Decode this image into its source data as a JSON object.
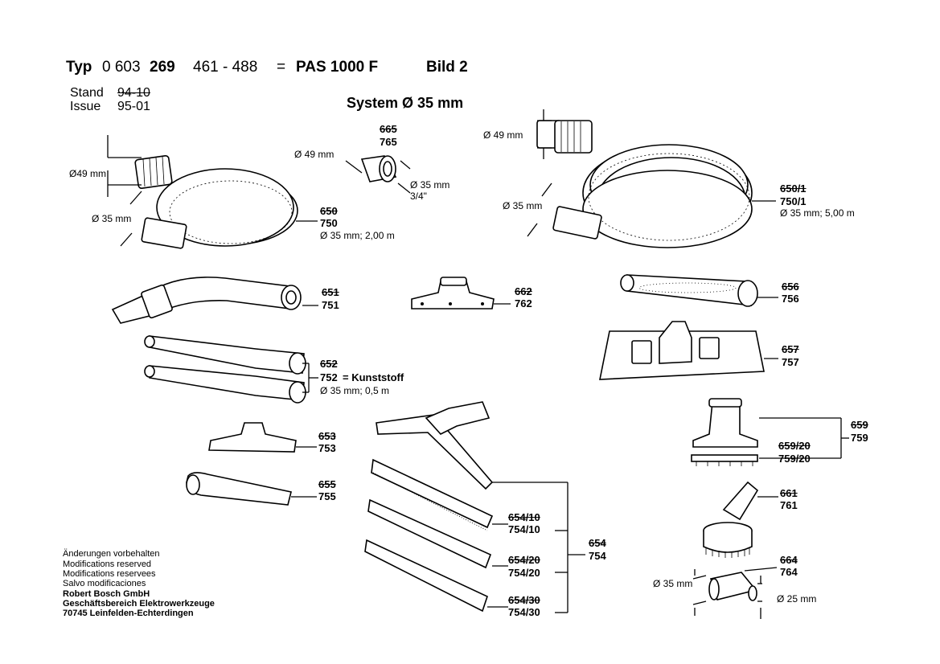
{
  "header": {
    "typ_label": "Typ",
    "typ_prefix": "0 603",
    "typ_bold": "269",
    "typ_range": "461 - 488",
    "equals": "=",
    "model": "PAS 1000 F",
    "bild": "Bild 2"
  },
  "stand": {
    "label": "Stand",
    "old_value": "94-10"
  },
  "issue": {
    "label": "Issue",
    "value": "95-01"
  },
  "system_title": "System Ø 35 mm",
  "parts": {
    "p750": {
      "old": "650",
      "new": "750",
      "spec": "Ø 35 mm; 2,00 m",
      "dim_a": "Ø49 mm",
      "dim_b": "Ø 35 mm"
    },
    "p765": {
      "old": "665",
      "new": "765",
      "dim_a": "Ø 49 mm",
      "dim_b": "Ø 35 mm",
      "dim_c": "3/4\""
    },
    "p750_1": {
      "old": "650/1",
      "new": "750/1",
      "spec": "Ø 35 mm; 5,00 m",
      "dim_a": "Ø 49 mm",
      "dim_b": "Ø 35 mm"
    },
    "p751": {
      "old": "651",
      "new": "751"
    },
    "p762": {
      "old": "662",
      "new": "762"
    },
    "p756": {
      "old": "656",
      "new": "756"
    },
    "p757": {
      "old": "657",
      "new": "757"
    },
    "p752": {
      "old": "652",
      "new": "752",
      "material": "= Kunststoff",
      "spec": "Ø 35 mm; 0,5 m"
    },
    "p753": {
      "old": "653",
      "new": "753"
    },
    "p755": {
      "old": "655",
      "new": "755"
    },
    "p759": {
      "old": "659",
      "new": "759"
    },
    "p759_20": {
      "old": "659/20",
      "new": "759/20"
    },
    "p761": {
      "old": "661",
      "new": "761"
    },
    "p764": {
      "old": "664",
      "new": "764",
      "dim_a": "Ø 35 mm",
      "dim_b": "Ø 25 mm"
    },
    "p754_10": {
      "old": "654/10",
      "new": "754/10"
    },
    "p754_20": {
      "old": "654/20",
      "new": "754/20"
    },
    "p754_30": {
      "old": "654/30",
      "new": "754/30"
    },
    "p754": {
      "old": "654",
      "new": "754"
    }
  },
  "notes": [
    "Änderungen vorbehalten",
    "Modifications reserved",
    "Modifications reservees",
    "Salvo modificaciones"
  ],
  "company": [
    "Robert Bosch GmbH",
    "Geschäftsbereich Elektrowerkzeuge",
    "70745 Leinfelden-Echterdingen"
  ]
}
